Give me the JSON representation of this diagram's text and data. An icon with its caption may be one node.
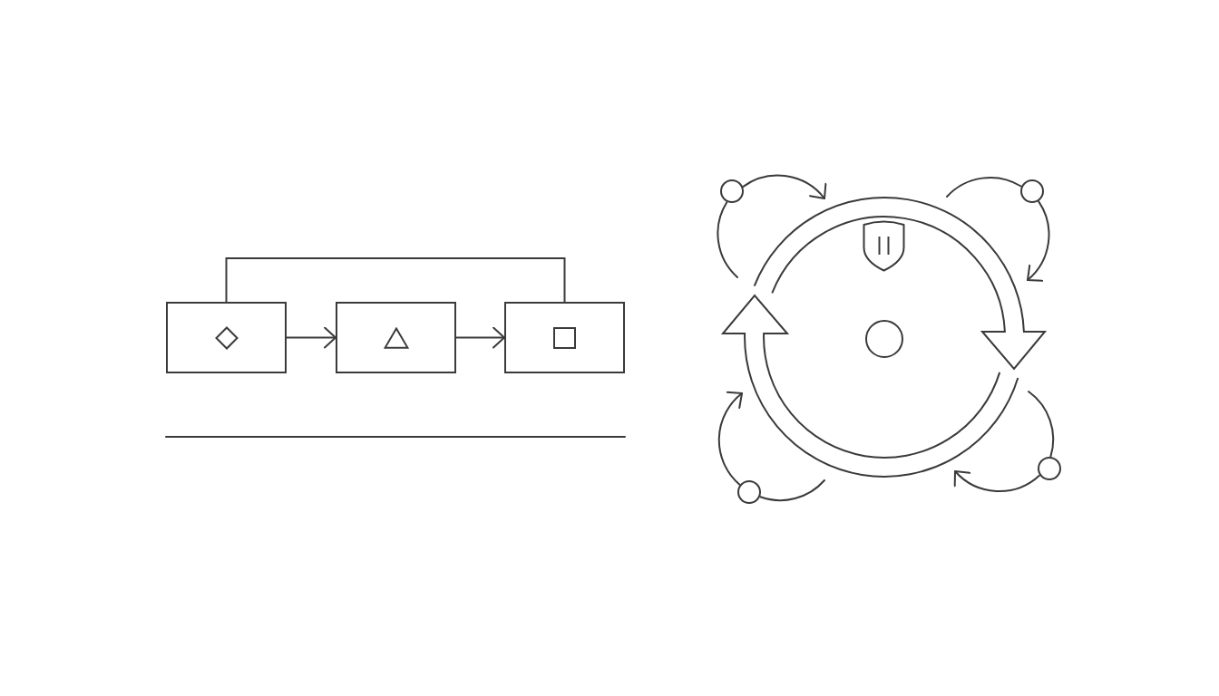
{
  "diagram": {
    "nodes": [
      {
        "text": [],
        "shape": "box"
      },
      {
        "text": [],
        "shape": "box"
      },
      {
        "text": [],
        "shape": "box"
      },
      {
        "text": [],
        "shape": "circle"
      },
      {
        "text": [],
        "shape": "circle"
      },
      {
        "text": [],
        "shape": "circle"
      },
      {
        "text": [],
        "shape": "circle"
      },
      {
        "text": [],
        "shape": "circle"
      }
    ],
    "edges": [
      {
        "from": 0,
        "to": 1,
        "arrow": "to"
      },
      {
        "from": 1,
        "to": 2,
        "arrow": "to"
      },
      {
        "from": 0,
        "to": 2,
        "arrow": "none"
      },
      {
        "from": 3,
        "to": null,
        "arrow": "to"
      },
      {
        "from": 3,
        "to": null,
        "arrow": "none"
      },
      {
        "from": 4,
        "to": null,
        "arrow": "none"
      },
      {
        "from": 4,
        "to": null,
        "arrow": "to"
      },
      {
        "from": 6,
        "to": null,
        "arrow": "to"
      },
      {
        "from": 6,
        "to": null,
        "arrow": "none"
      },
      {
        "from": 7,
        "to": null,
        "arrow": "none"
      },
      {
        "from": 7,
        "to": null,
        "arrow": "to"
      }
    ]
  }
}
